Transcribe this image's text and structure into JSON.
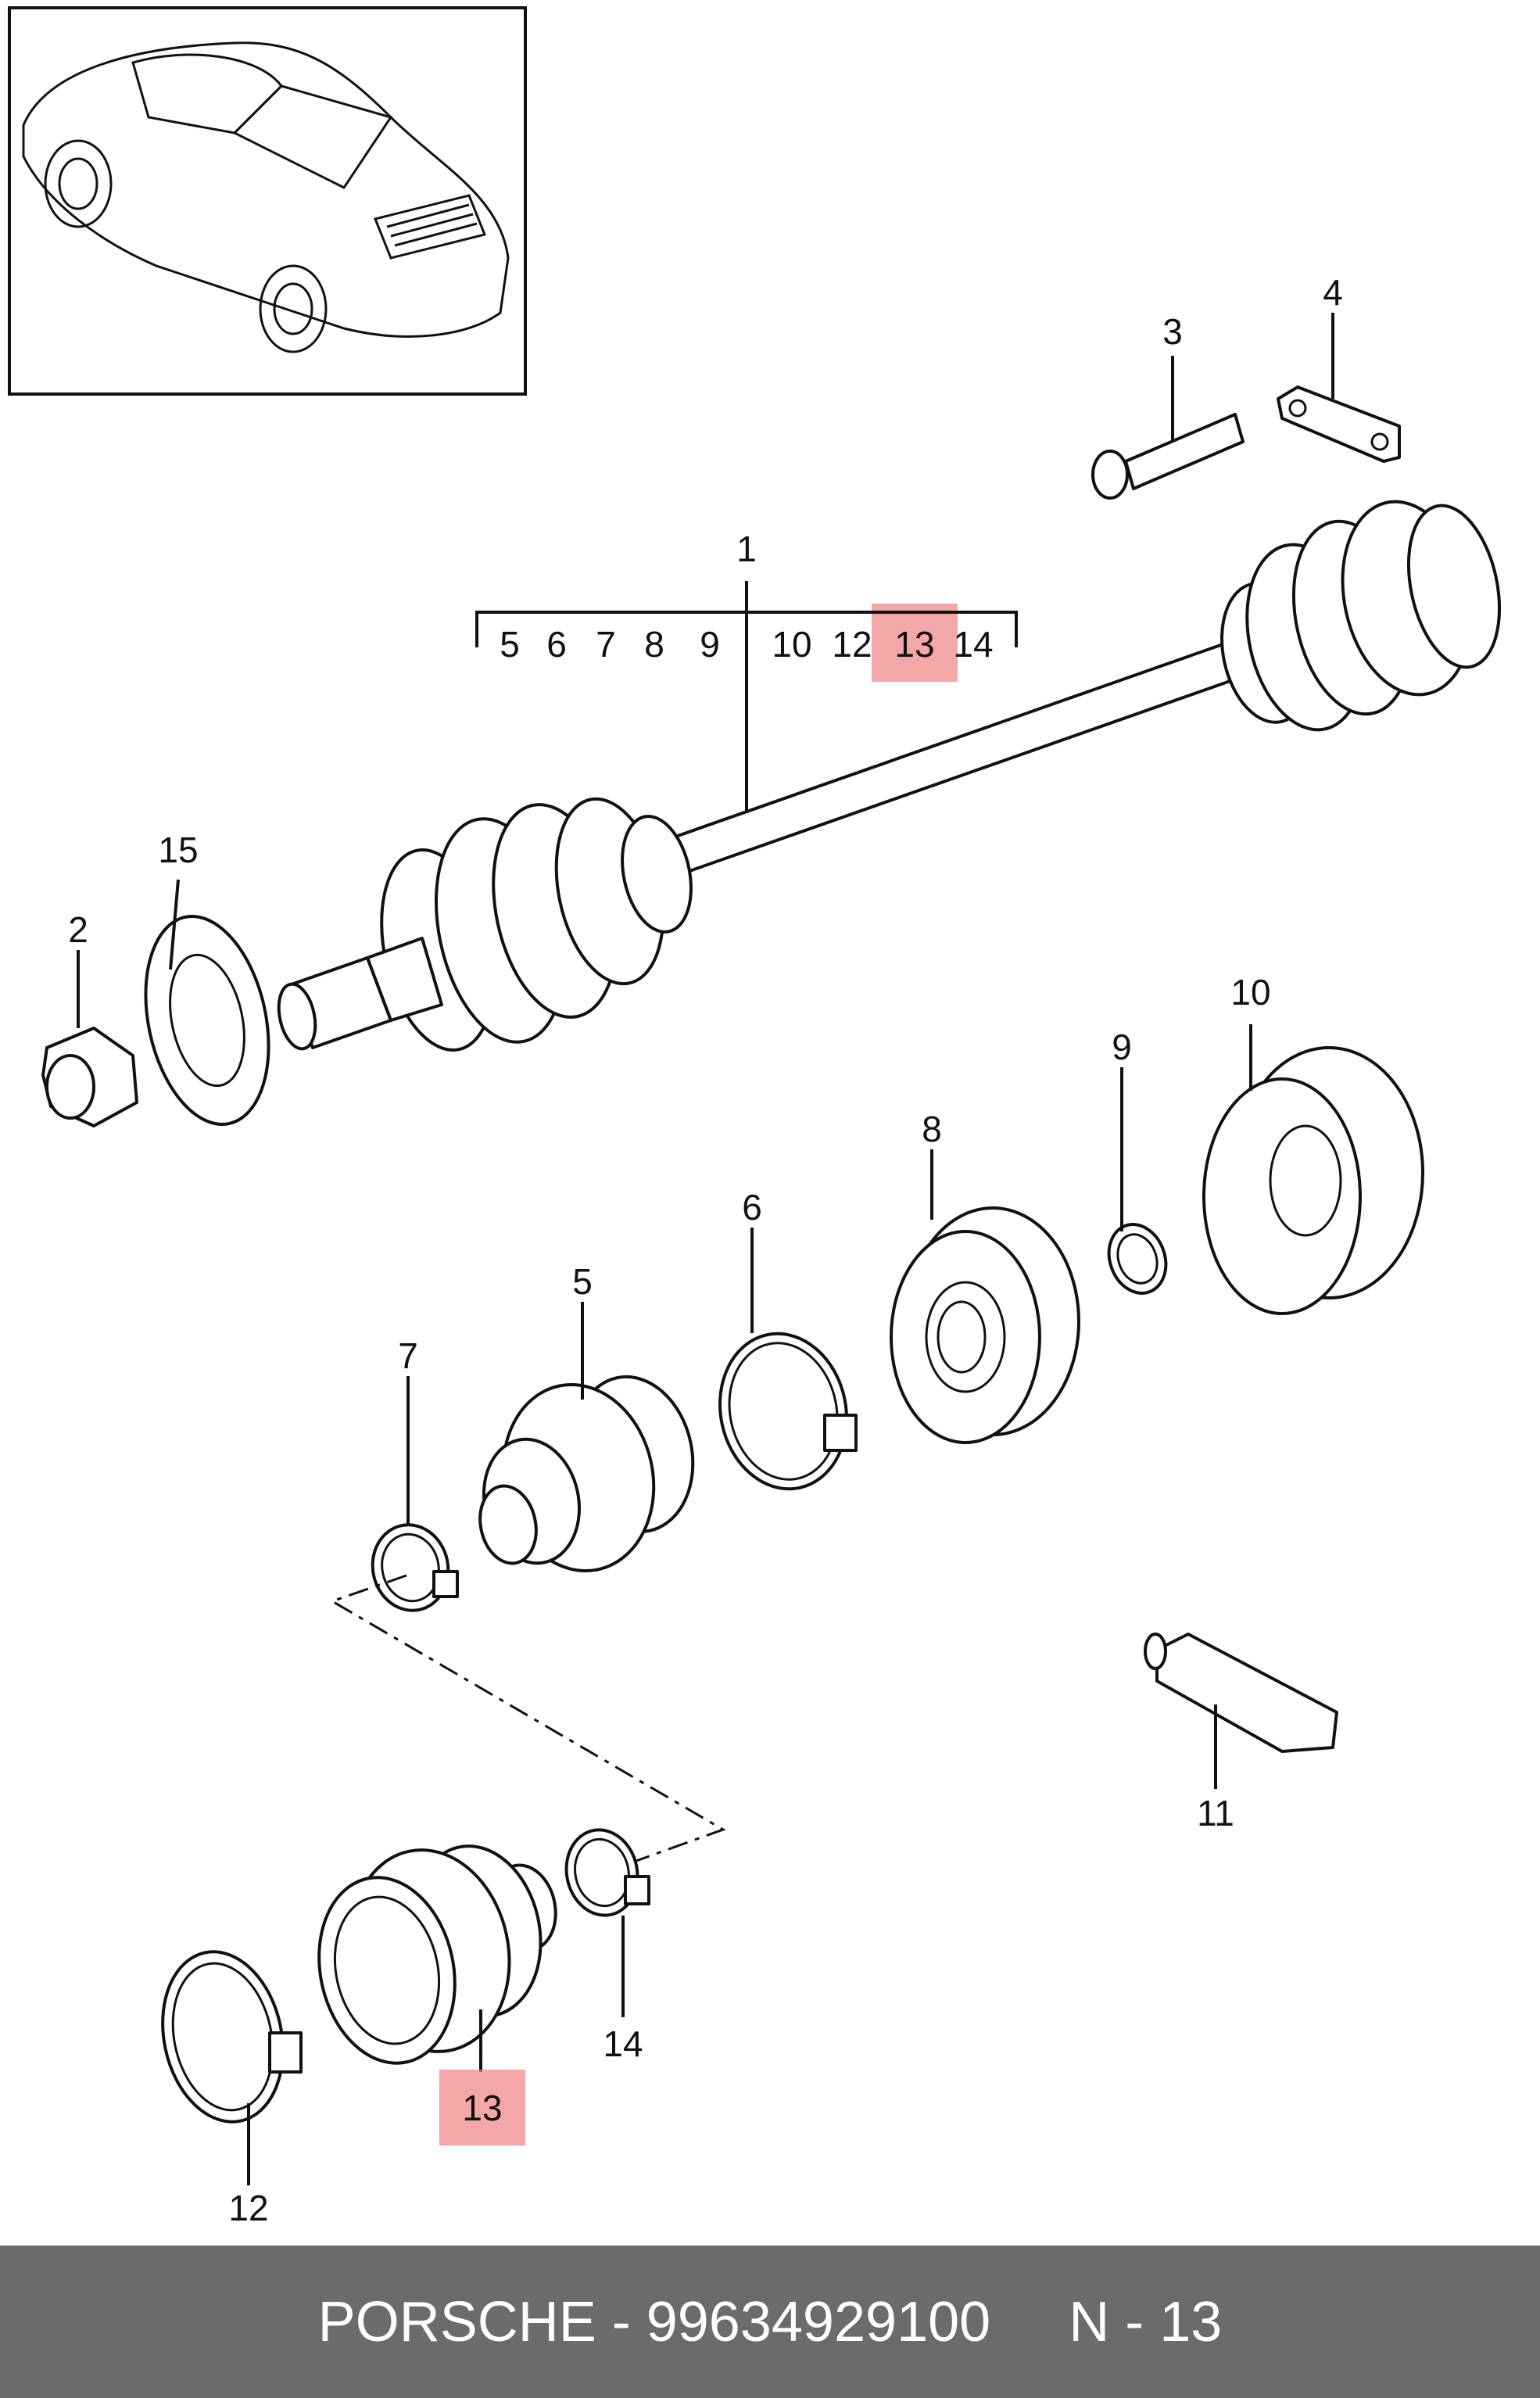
{
  "callout_labels": {
    "c1": "1",
    "c2": "2",
    "c3": "3",
    "c4": "4",
    "c5": "5",
    "c6": "6",
    "c7": "7",
    "c8": "8",
    "c9": "9",
    "c10": "10",
    "c11": "11",
    "c12": "12",
    "c13": "13",
    "c14": "14",
    "c15": "15"
  },
  "kit_contents": [
    "5",
    "6",
    "7",
    "8",
    "9",
    "10",
    "12",
    "13",
    "14"
  ],
  "highlight_color": "#f08a8a",
  "highlighted_part": "13",
  "footer": {
    "brand": "PORSCHE",
    "separator": " - ",
    "part_number": "99634929100",
    "gap": "     ",
    "reference": "N - 13"
  }
}
